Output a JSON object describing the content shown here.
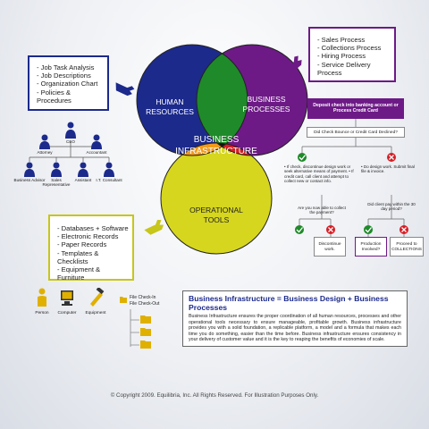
{
  "job_list": [
    "Job Task Analysis",
    "Job Descriptions",
    "Organization Chart",
    "Policies & Procedures"
  ],
  "sales_list": [
    "Sales Process",
    "Collections Process",
    "Hiring Process",
    "Service Delivery Process"
  ],
  "tools_list": [
    "Databases + Software",
    "Electronic Records",
    "Paper Records",
    "Templates & Checklists",
    "Equipment & Furniture"
  ],
  "venn": {
    "human": [
      "HUMAN",
      "RESOURCES"
    ],
    "business": [
      "BUSINESS",
      "PROCESSES"
    ],
    "tools": [
      "OPERATIONAL",
      "TOOLS"
    ],
    "center": [
      "BUSINESS",
      "INFRASTRUCTURE"
    ]
  },
  "org": {
    "ceo": "CEO",
    "attorney": "Attorney",
    "accountant": "Accountant",
    "business_advisor": "Business Advisor",
    "sales_rep": "Sales Representative",
    "assistant": "Assistant",
    "it_consultant": "I.T. Consultant"
  },
  "flow": {
    "deposit": "Deposit check into banking account or Process Credit Card",
    "bounce": "Did Check Bounce or Credit Card Declined?",
    "left_note": "• If check, discontinue design work or seek alternative means of payment. • If credit card, call client and attempt to collect new or contact info.",
    "right_note": "• Do design work. Submit final file & invoice.",
    "able_q": "Are you now able to collect the payment?",
    "pay_q": "Did client pay within the 30 day period?",
    "discontinue": "Discontinue work.",
    "production": "Production Involved?",
    "collections": "Proceed to COLLECTIONS"
  },
  "tools_icons": {
    "person": "Person",
    "computer": "Computer",
    "equipment": "Equipment",
    "file_checkin": "File Check-In",
    "file_checkout": "File Check-Out"
  },
  "info": {
    "title": "Business Infrastructure = Business Design + Business Processes",
    "body": "Business Infrastructure ensures the proper coordination of all human resources, processes and other operational tools necessary to ensure manageable, profitable growth. Business infrastructure provides you with a solid foundation, a replicable platform, a model and a formula that makes each time you do something, easier than the time before. Business infrastructure ensures consistency in your delivery of customer value and it is the key to reaping the benefits of economies of scale."
  },
  "copyright": "© Copyright 2009. Equilibria, Inc. All Rights Reserved. For Illustration Purposes Only.",
  "colors": {
    "human": "#1c2a8c",
    "business": "#6d1a86",
    "tools": "#d6d61f",
    "hr_bp": "#1f8a2a",
    "hr_tools": "#f39a1a",
    "bp_tools": "#d71d24",
    "center": "#111111"
  }
}
